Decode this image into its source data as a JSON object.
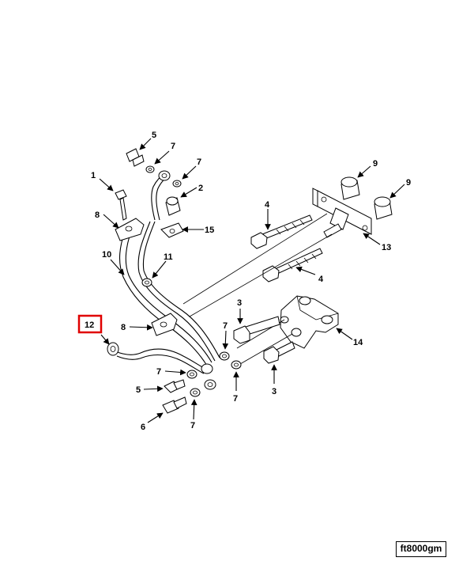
{
  "diagram": {
    "callouts": {
      "c1": "1",
      "c2": "2",
      "c3a": "3",
      "c3b": "3",
      "c4a": "4",
      "c4b": "4",
      "c5a": "5",
      "c5b": "5",
      "c6": "6",
      "c7a": "7",
      "c7b": "7",
      "c7c": "7",
      "c7d": "7",
      "c7e": "7",
      "c7f": "7",
      "c8a": "8",
      "c8b": "8",
      "c9a": "9",
      "c9b": "9",
      "c10": "10",
      "c11": "11",
      "c12": "12",
      "c13": "13",
      "c14": "14",
      "c15": "15"
    },
    "highlighted_callout": "12",
    "highlight_color": "#e00000",
    "reference_code": "ft8000gm"
  }
}
